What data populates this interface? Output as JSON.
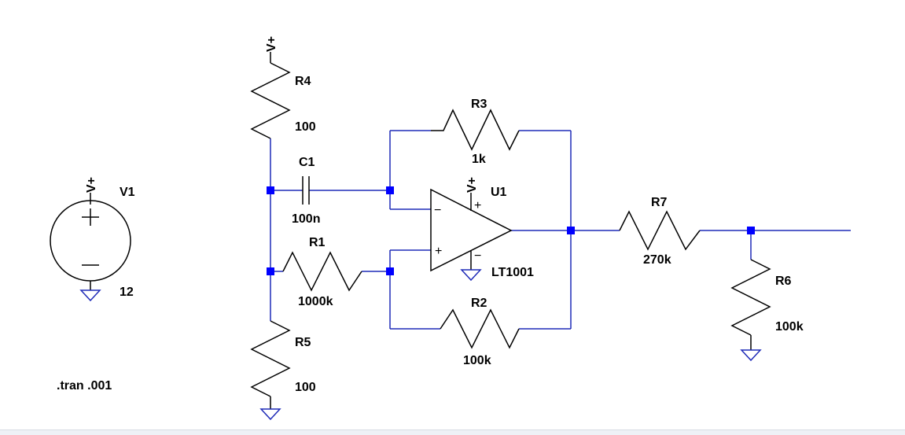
{
  "supply_label": "V+",
  "directive": ".tran .001",
  "components": {
    "V1": {
      "name": "V1",
      "value": "12"
    },
    "R1": {
      "name": "R1",
      "value": "1000k"
    },
    "R2": {
      "name": "R2",
      "value": "100k"
    },
    "R3": {
      "name": "R3",
      "value": "1k"
    },
    "R4": {
      "name": "R4",
      "value": "100"
    },
    "R5": {
      "name": "R5",
      "value": "100"
    },
    "R6": {
      "name": "R6",
      "value": "100k"
    },
    "R7": {
      "name": "R7",
      "value": "270k"
    },
    "C1": {
      "name": "C1",
      "value": "100n"
    },
    "U1": {
      "name": "U1",
      "value": "LT1001"
    }
  },
  "colors": {
    "wire": "#1f2bb8",
    "node": "#0000ff",
    "component": "#000000",
    "background": "#ffffff"
  }
}
